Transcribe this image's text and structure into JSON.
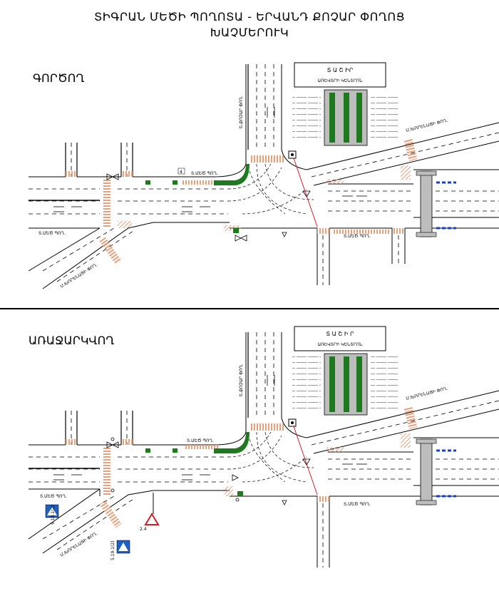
{
  "title_line1": "ՏԻԳՐԱՆ ՄԵԾԻ ՊՈՂՈՏԱ - ԵՐՎԱՆԴ ՔՈՉԱՐ ՓՈՂՈՑ",
  "title_line2": "ԽԱՉՄԵՐՈՒԿ",
  "existing": {
    "label": "ԳՈՐԾՈՂ",
    "building_title": "Տ Ա Շ ԻՐ",
    "building_subtitle": "ԱՌԵՎՏՐԻ ԿԵՆՏՐՈՆ",
    "street_kochar": "Ե.ՔՈՉԱՐ ՓՈՂ.",
    "street_khorenatsi_right": "Մ.ԽՈՐԵՆԱՑԻ ՓՈՂ.",
    "street_khorenatsi_left": "Մ.ԽՈՐԵՆԱՑԻ ՓՈՂ.",
    "street_metsi_top": "Տ.ՄԵԾ ՊՈՂ.",
    "street_metsi_left": "Տ.ՄԵԾ ՊՈՂ.",
    "street_metsi_bottom": "Տ.ՄԵԾ ՊՈՂ.",
    "sign_code": "4"
  },
  "proposed": {
    "label": "ԱՌԱՋԱՐԿՎՈՂ",
    "building_title": "Տ Ա Շ Ի Ր",
    "building_subtitle": "ԱՌԵՎՏՐԻ ԿԵՆՏՐՈՆ",
    "street_kochar": "Ե.ՔՈՉԱՐ ՓՈՂ.",
    "street_khorenatsi_right": "Մ.ԽՈՐԵՆԱՑԻ ՓՈՂ.",
    "street_khorenatsi_left": "Մ.ԽՈՐԵՆԱՑԻ ՓՈՂ.",
    "street_metsi_top": "Տ.ՄԵԾ ՊՈՂ.",
    "street_metsi_left": "Տ.ՄԵԾ ՊՈՂ.",
    "street_metsi_bottom": "Տ.ՄԵԾ ՊՈՂ.",
    "sign_yield_code": "2.4",
    "sign_crossing_code": "5.19.1(2)"
  },
  "colors": {
    "crosswalk": "#e8a07a",
    "stopline_green": "#1f7a1f",
    "signal_red": "#d0202a",
    "blue_dash": "#1a3fc0",
    "bridge_gray": "#bdbdbd",
    "sign_blue": "#1f5fbf"
  }
}
